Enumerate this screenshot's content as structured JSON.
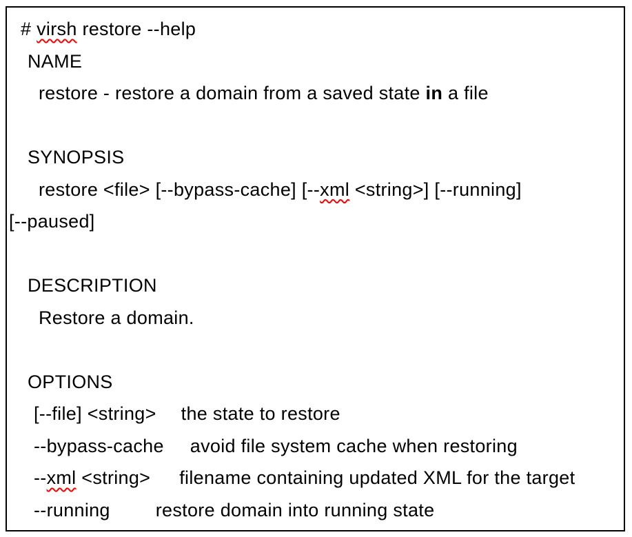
{
  "document": {
    "command_line": {
      "prompt_prefix": "# ",
      "word_virsh": "virsh",
      "rest": " restore --help"
    },
    "name_section": {
      "heading": "NAME",
      "summary_prefix": "restore - restore a domain from a saved state ",
      "summary_bold_word": "in",
      "summary_suffix": " a file"
    },
    "synopsis_section": {
      "heading": "SYNOPSIS",
      "usage_prefix": "restore <file> [--bypass-cache] [--",
      "usage_word_xml": "xml",
      "usage_suffix": " <string>] [--running]",
      "usage_wrap_line": "[--paused]"
    },
    "description_section": {
      "heading": "DESCRIPTION",
      "body": "Restore a domain."
    },
    "options_section": {
      "heading": "OPTIONS",
      "rows": [
        {
          "flag": "[--file] <string>",
          "description": "the state to restore"
        },
        {
          "flag": "--bypass-cache",
          "description": "avoid file system cache when restoring"
        },
        {
          "flag_prefix": "--",
          "flag_word_xml": "xml",
          "flag_suffix": " <string>",
          "description": "filename containing updated XML for the target"
        },
        {
          "flag": "--running",
          "description": "restore domain into running state"
        }
      ]
    }
  },
  "colors": {
    "text": "#000000",
    "border": "#000000",
    "background": "#ffffff",
    "spellcheck_underline": "#ff0000"
  }
}
